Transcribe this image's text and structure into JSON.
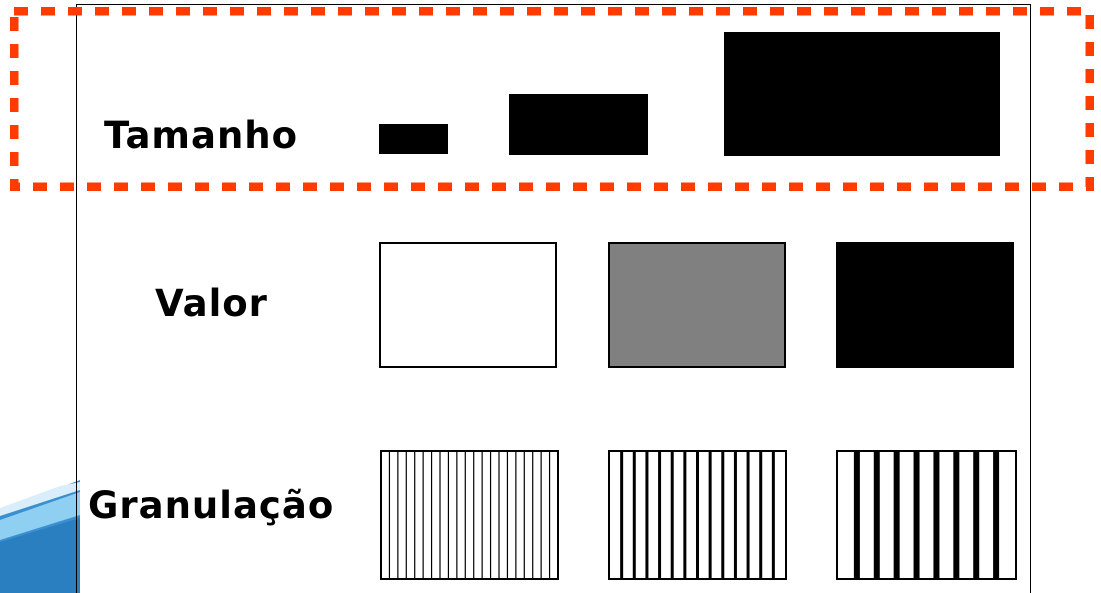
{
  "rows": {
    "size": {
      "label": "Tamanho"
    },
    "value": {
      "label": "Valor",
      "fills": [
        "#ffffff",
        "#808080",
        "#000000"
      ]
    },
    "grain": {
      "label": "Granulação",
      "stripe_counts": [
        21,
        14,
        9
      ]
    }
  },
  "highlight": {
    "color": "#ff3b00",
    "target": "Tamanho"
  }
}
